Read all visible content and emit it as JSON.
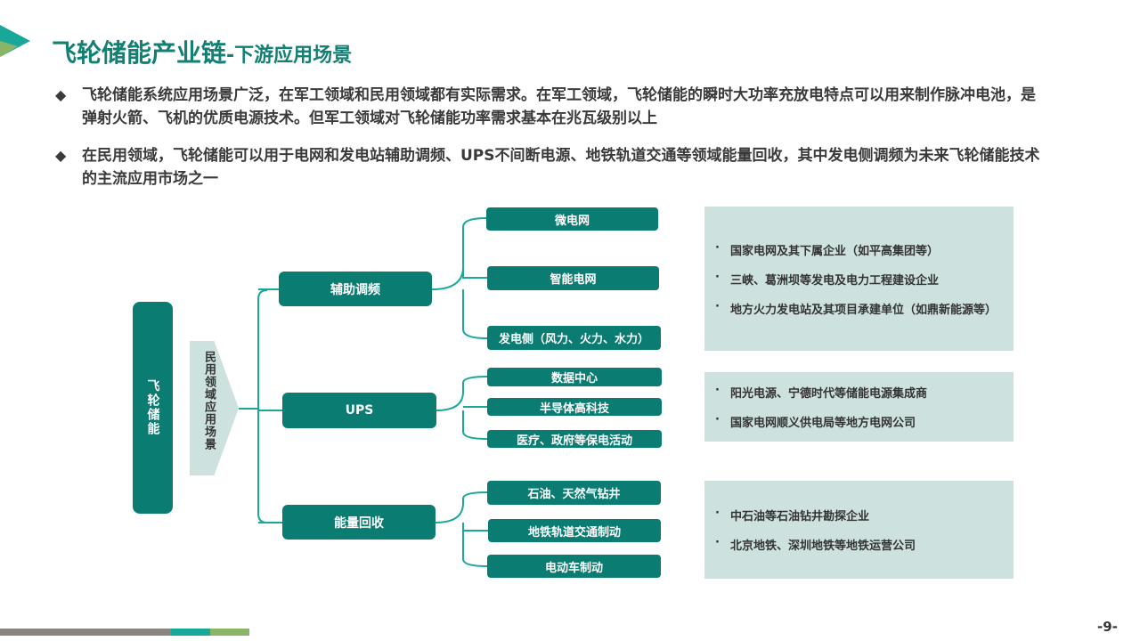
{
  "title": {
    "main": "飞轮储能产业链",
    "sub": "-下游应用场景"
  },
  "bullets": [
    "飞轮储能系统应用场景广泛，在军工领域和民用领域都有实际需求。在军工领域，飞轮储能的瞬时大功率充放电特点可以用来制作脉冲电池，是弹射火箭、飞机的优质电源技术。但军工领域对飞轮储能功率需求基本在兆瓦级别以上",
    "在民用领域，飞轮储能可以用于电网和发电站辅助调频、UPS不间断电源、地铁轨道交通等领域能量回收，其中发电侧调频为未来飞轮储能技术的主流应用市场之一"
  ],
  "bullet_symbol": "◆",
  "diagram": {
    "root": "飞轮储能",
    "scope": "民用领域应用场景",
    "groups": [
      {
        "label": "辅助调频",
        "items": [
          "微电网",
          "智能电网",
          "发电侧（风力、火力、水力）"
        ],
        "companies": [
          "国家电网及其下属企业（如平高集团等）",
          "三峡、葛洲坝等发电及电力工程建设企业",
          "地方火力发电站及其项目承建单位（如鼎新能源等）"
        ]
      },
      {
        "label": "UPS",
        "items": [
          "数据中心",
          "半导体高科技",
          "医疗、政府等保电活动"
        ],
        "companies": [
          "阳光电源、宁德时代等储能电源集成商",
          "国家电网顺义供电局等地方电网公司"
        ]
      },
      {
        "label": "能量回收",
        "items": [
          "石油、天然气钻井",
          "地铁轨道交通制动",
          "电动车制动"
        ],
        "companies": [
          "中石油等石油钻井勘探企业",
          "北京地铁、深圳地铁等地铁运营公司"
        ]
      }
    ]
  },
  "page_number": "-9-",
  "colors": {
    "primary": "#0a7c72",
    "panel": "#cde2de",
    "line": "#1aa89a"
  }
}
